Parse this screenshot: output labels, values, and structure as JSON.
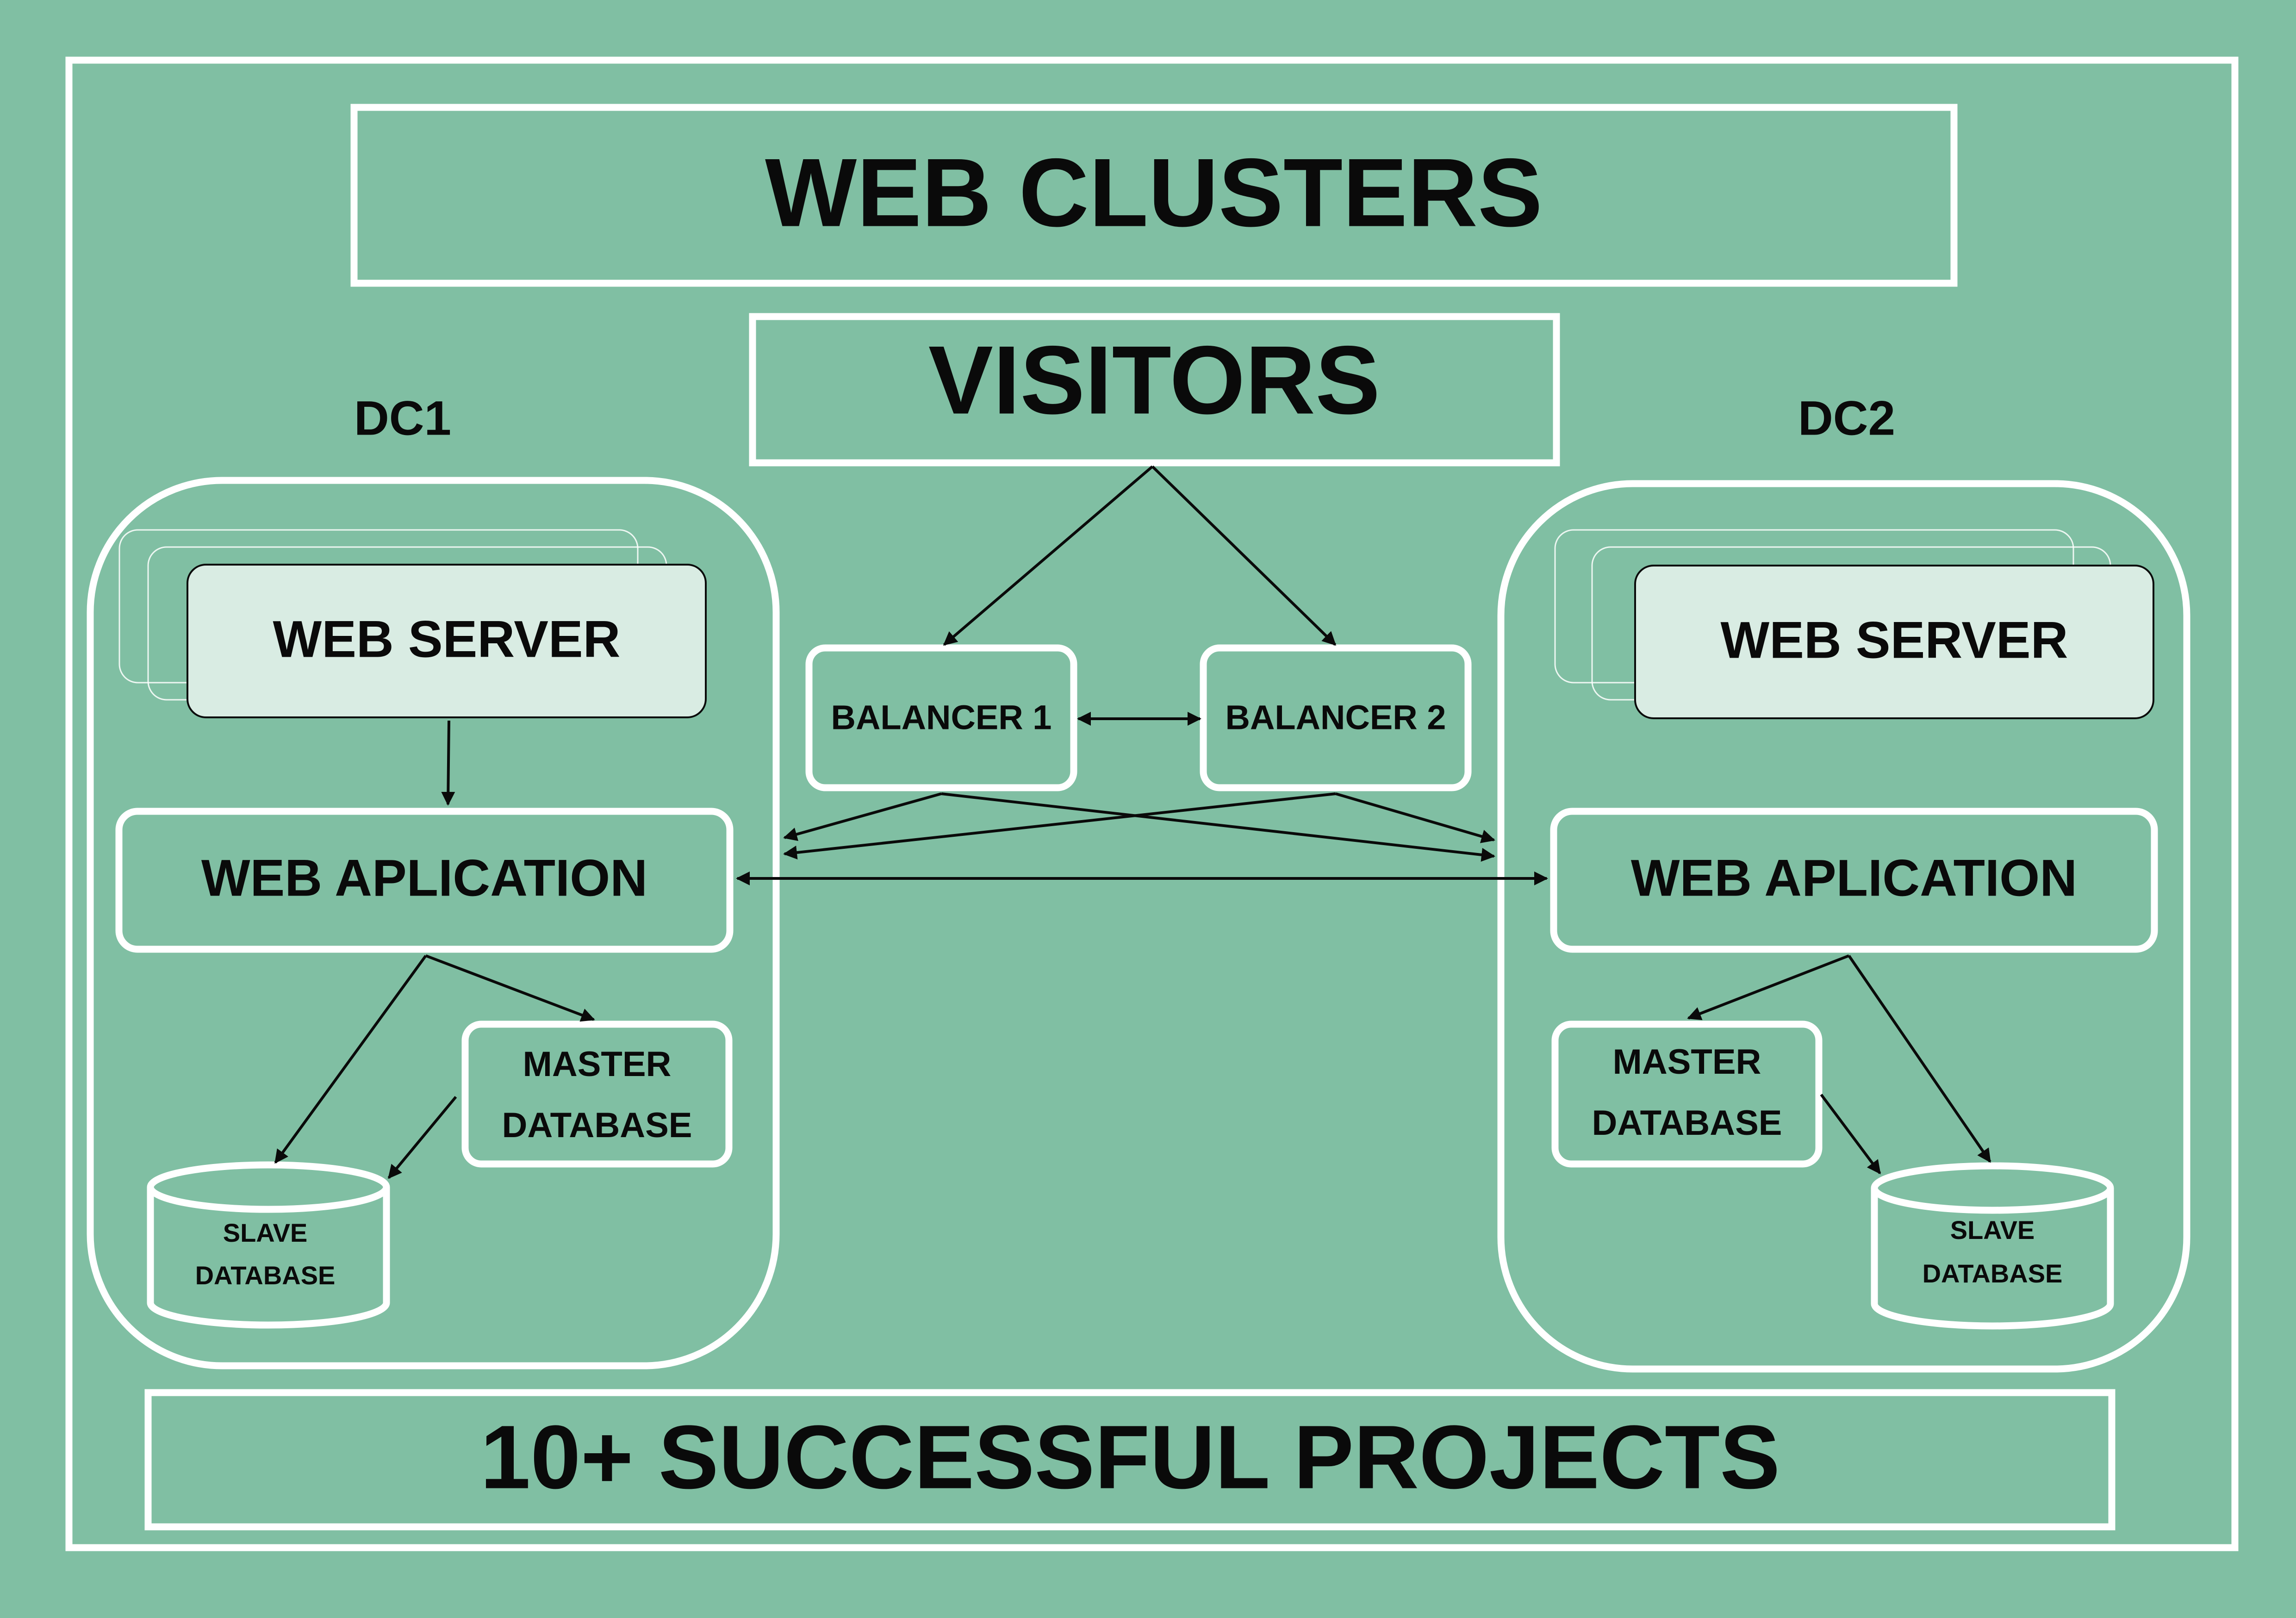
{
  "title": "WEB CLUSTERS",
  "visitors": "VISITORS",
  "balancers": [
    "BALANCER 1",
    "BALANCER 2"
  ],
  "dc1": {
    "label": "DC1",
    "web_server": "WEB SERVER",
    "web_application": "WEB APLICATION",
    "master_database": [
      "MASTER",
      "DATABASE"
    ],
    "slave_database": [
      "SLAVE",
      "DATABASE"
    ]
  },
  "dc2": {
    "label": "DC2",
    "web_server": "WEB SERVER",
    "web_application": "WEB APLICATION",
    "master_database": [
      "MASTER",
      "DATABASE"
    ],
    "slave_database": [
      "SLAVE",
      "DATABASE"
    ]
  },
  "footer": "10+ SUCCESSFUL PROJECTS",
  "colors": {
    "background": "#80bfa3",
    "outline": "#ffffff",
    "text": "#0a0a0a",
    "server_fill": "#d9ece3"
  }
}
